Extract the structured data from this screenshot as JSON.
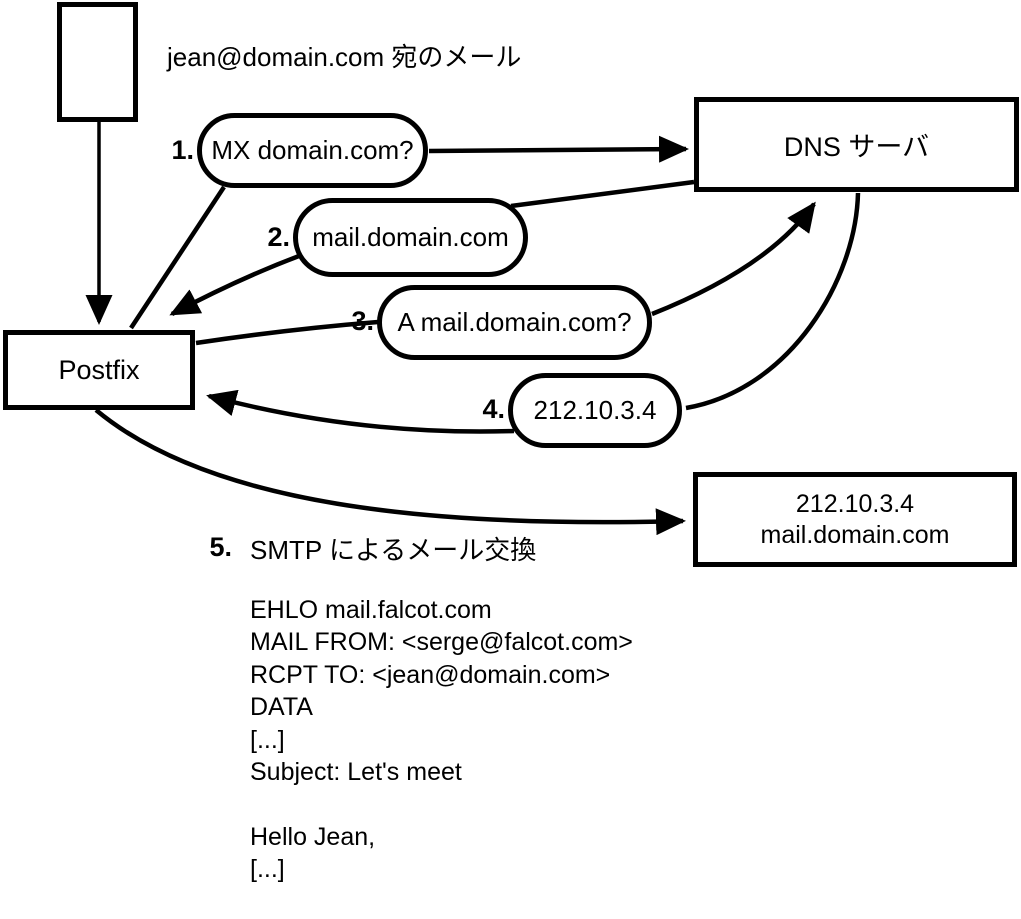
{
  "diagram": {
    "caption": "jean@domain.com 宛のメール",
    "nodes": {
      "postfix": "Postfix",
      "dns_server": "DNS サーバ",
      "mail_server_line1": "212.10.3.4",
      "mail_server_line2": "mail.domain.com"
    },
    "steps": [
      {
        "num": "1.",
        "label": "MX domain.com?"
      },
      {
        "num": "2.",
        "label": "mail.domain.com"
      },
      {
        "num": "3.",
        "label": "A mail.domain.com?"
      },
      {
        "num": "4.",
        "label": "212.10.3.4"
      },
      {
        "num": "5.",
        "label": "SMTP によるメール交換"
      }
    ],
    "smtp_session": "EHLO mail.falcot.com\nMAIL FROM: <serge@falcot.com>\nRCPT TO: <jean@domain.com>\nDATA\n[...]\nSubject: Let's meet\n\nHello Jean,\n[...]\n\n.",
    "colors": {
      "stroke": "#000000",
      "background": "#ffffff"
    }
  }
}
